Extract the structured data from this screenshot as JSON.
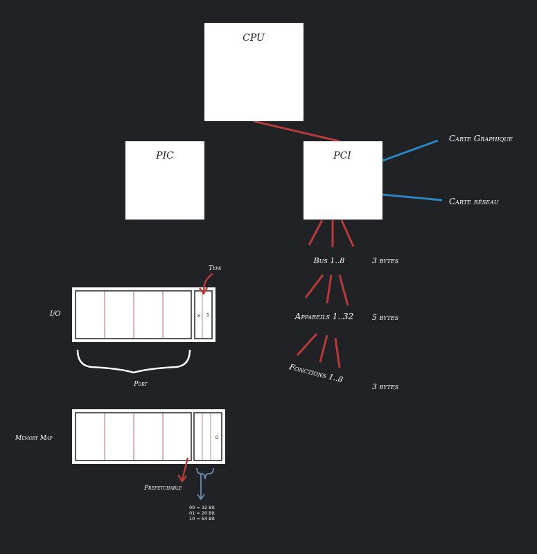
{
  "nodes": {
    "cpu": "CPU",
    "pic": "PIC",
    "pci": "PCI"
  },
  "peripherals": {
    "graphics": "Carte Graphique",
    "network": "Carte réseau"
  },
  "hierarchy": {
    "bus": "Bus 1..8",
    "devices": "Appareils 1..32",
    "functions": "Fonctions 1..8"
  },
  "sizes": {
    "bus": "3 bytes",
    "devices": "5 bytes",
    "functions": "3 bytes"
  },
  "io_register": {
    "label": "I/O",
    "type_label": "Type",
    "cell_x": "x",
    "cell_1": "1",
    "port_label": "Port"
  },
  "memory_register": {
    "label": "Memory Map",
    "cell_0": "0",
    "prefetchable_label": "Prefetchable",
    "width_lines": [
      "00 = 32 Bit",
      "01 = 20 Bit",
      "10 = 64 Bit"
    ]
  },
  "colors": {
    "background": "#212226",
    "box": "#ffffff",
    "red_line": "#b83a3a",
    "blue_line": "#2a86c0",
    "blue_arrow": "#6a8fb8",
    "cell_border": "#c99898"
  }
}
